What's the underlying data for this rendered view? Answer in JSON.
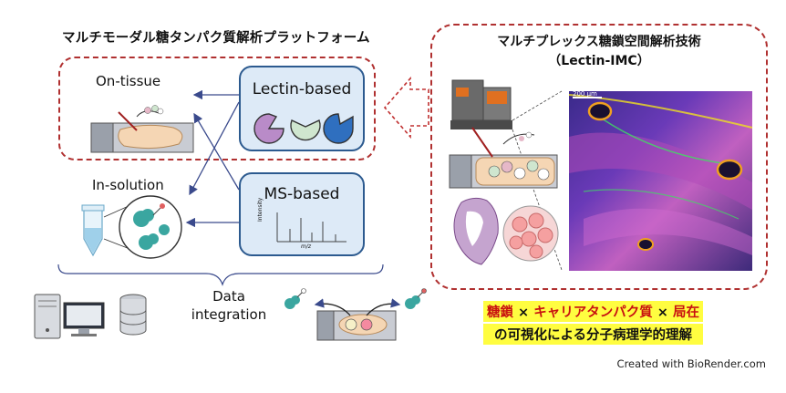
{
  "left_title": "マルチモーダル糖タンパク質解析プラットフォーム",
  "right_title_line1": "マルチプレックス糖鎖空間解析技術",
  "right_title_line2": "（Lectin-IMC）",
  "on_tissue_label": "On-tissue",
  "in_solution_label": "In-solution",
  "lectin_label": "Lectin-based",
  "ms_label": "MS-based",
  "ms_axis_y": "Intensity",
  "ms_axis_x": "m/z",
  "data_integration_line1": "Data",
  "data_integration_line2": "integration",
  "scale_bar_label": "200 µm",
  "summary_part1": "糖鎖",
  "summary_x1": " × ",
  "summary_part2": "キャリアタンパク質",
  "summary_x2": " × ",
  "summary_part3": "局在",
  "summary_line2": "の可視化による分子病理学的理解",
  "credit": "Created with BioRender.com",
  "colors": {
    "dashed_border": "#b03030",
    "method_box_fill": "#ddeaf7",
    "method_box_border": "#2c5a8f",
    "arrow": "#3a4a8c",
    "lectin_purple": "#b98bc8",
    "lectin_green": "#cfe6cf",
    "lectin_blue": "#2f6fbf",
    "protein_teal": "#3aa6a0",
    "highlight": "#fffd40",
    "highlight_red": "#c81010"
  }
}
